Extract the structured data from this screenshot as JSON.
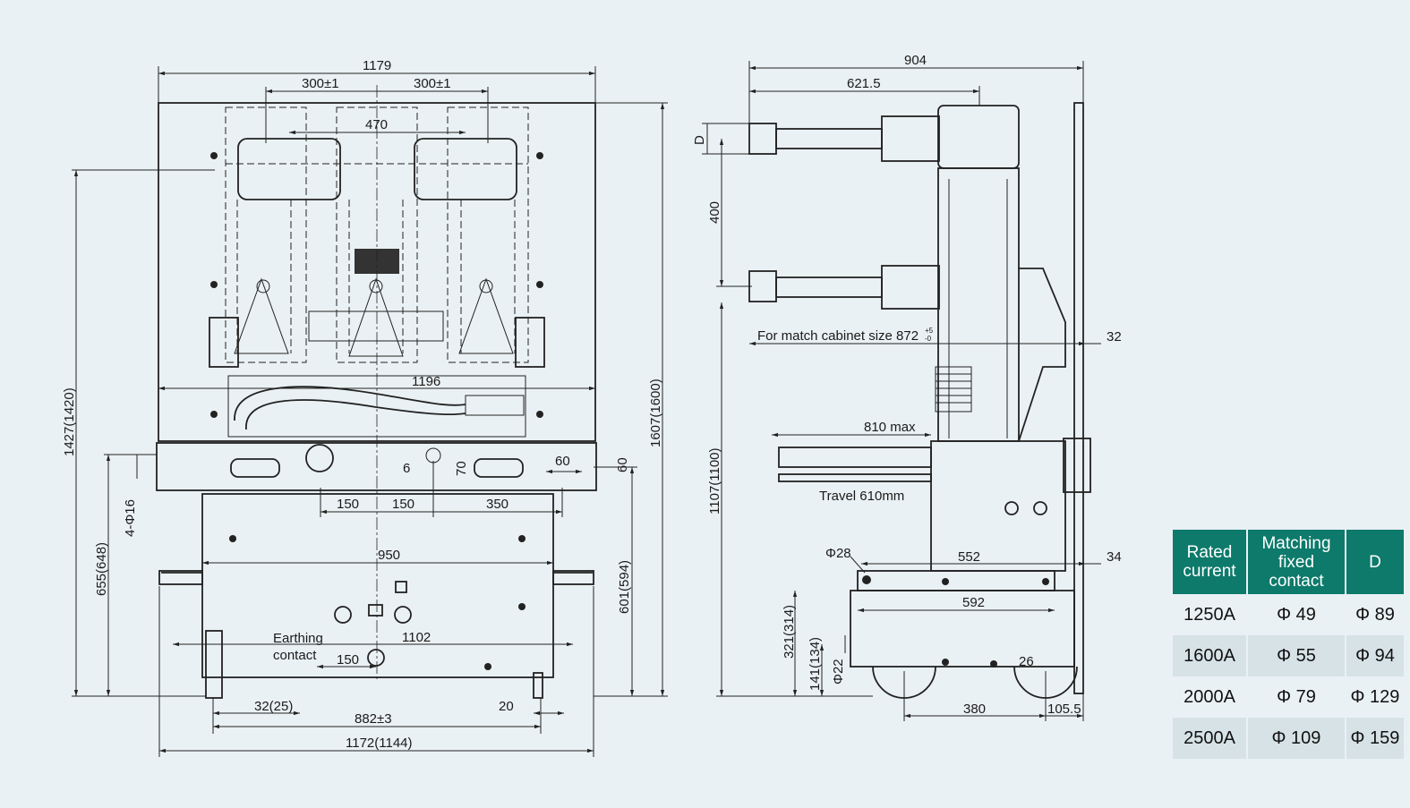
{
  "front_view": {
    "overall_width": "1179",
    "pitch_left": "300±1",
    "pitch_right": "300±1",
    "inner_width": "470",
    "rail_width": "1196",
    "offset_6": "6",
    "dim_60a": "60",
    "dim_60b": "60",
    "dim_70": "70",
    "hole_150a": "150",
    "hole_150b": "150",
    "hole_350": "350",
    "holes": "4-Φ16",
    "base_950": "950",
    "base_1102": "1102",
    "earthing_line1": "Earthing",
    "earthing_line2": "contact",
    "earthing_150": "150",
    "offset_32": "32(25)",
    "dim_20": "20",
    "wheel_span": "882±3",
    "bottom_width": "1172(1144)",
    "height_1427": "1427(1420)",
    "height_655": "655(648)",
    "height_601": "601(594)",
    "height_1607": "1607(1600)"
  },
  "side_view": {
    "depth_904": "904",
    "depth_621": "621.5",
    "label_d": "D",
    "spacing_400": "400",
    "cabinet_note": "For match cabinet size 872",
    "cabinet_tol_up": "+5",
    "cabinet_tol_down": "-0",
    "dim_32": "32",
    "max_810": "810  max",
    "travel": "Travel 610mm",
    "height_1107": "1107(1100)",
    "phi28": "Φ28",
    "dim_552": "552",
    "dim_34": "34",
    "dim_592": "592",
    "height_321": "321(314)",
    "height_141": "141(134)",
    "phi22": "Φ22",
    "dim_26": "26",
    "dim_380": "380",
    "dim_105": "105.5"
  },
  "table": {
    "headers": [
      "Rated current",
      "Matching fixed contact",
      "D"
    ],
    "rows": [
      [
        "1250A",
        "Φ 49",
        "Φ 89"
      ],
      [
        "1600A",
        "Φ 55",
        "Φ 94"
      ],
      [
        "2000A",
        "Φ 79",
        "Φ 129"
      ],
      [
        "2500A",
        "Φ 109",
        "Φ 159"
      ]
    ]
  },
  "colors": {
    "background": "#eaf1f4",
    "table_header": "#0d7a6b",
    "row_alt": "#d6e2e6"
  }
}
